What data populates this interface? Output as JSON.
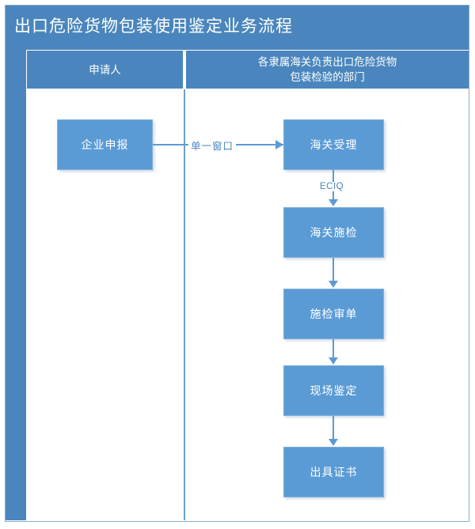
{
  "title": "出口危险货物包装使用鉴定业务流程",
  "colors": {
    "header_blue": "#4A86BD",
    "node_blue": "#5B9BD5",
    "connector_blue": "#5B9BD5",
    "frame_blue": "#8AAED2",
    "text_white": "#FFFFFF"
  },
  "lanes": [
    {
      "id": "applicant",
      "label": "申请人"
    },
    {
      "id": "customs-dept",
      "label": "各隶属海关负责出口危险货物\n包装检验的部门"
    }
  ],
  "lane_labels": {
    "left": "申请人",
    "right_line1": "各隶属海关负责出口危险货物",
    "right_line2": "包装检验的部门"
  },
  "nodes": [
    {
      "id": "enterprise-declaration",
      "label": "企业申报",
      "lane": "applicant"
    },
    {
      "id": "customs-acceptance",
      "label": "海关受理",
      "lane": "customs-dept"
    },
    {
      "id": "customs-inspection",
      "label": "海关施检",
      "lane": "customs-dept"
    },
    {
      "id": "inspection-document-review",
      "label": "施检审单",
      "lane": "customs-dept"
    },
    {
      "id": "onsite-appraisal",
      "label": "现场鉴定",
      "lane": "customs-dept"
    },
    {
      "id": "issue-certificate",
      "label": "出具证书",
      "lane": "customs-dept"
    }
  ],
  "edges": [
    {
      "id": "e1",
      "from": "enterprise-declaration",
      "to": "customs-acceptance",
      "label": "单一窗口",
      "direction": "right"
    },
    {
      "id": "e2",
      "from": "customs-acceptance",
      "to": "customs-inspection",
      "label": "ECIQ",
      "direction": "down"
    },
    {
      "id": "e3",
      "from": "customs-inspection",
      "to": "inspection-document-review",
      "label": "",
      "direction": "down"
    },
    {
      "id": "e4",
      "from": "inspection-document-review",
      "to": "onsite-appraisal",
      "label": "",
      "direction": "down"
    },
    {
      "id": "e5",
      "from": "onsite-appraisal",
      "to": "issue-certificate",
      "label": "",
      "direction": "down"
    }
  ],
  "edge_labels": {
    "single_window": "单一窗口",
    "eciq": "ECIQ"
  }
}
